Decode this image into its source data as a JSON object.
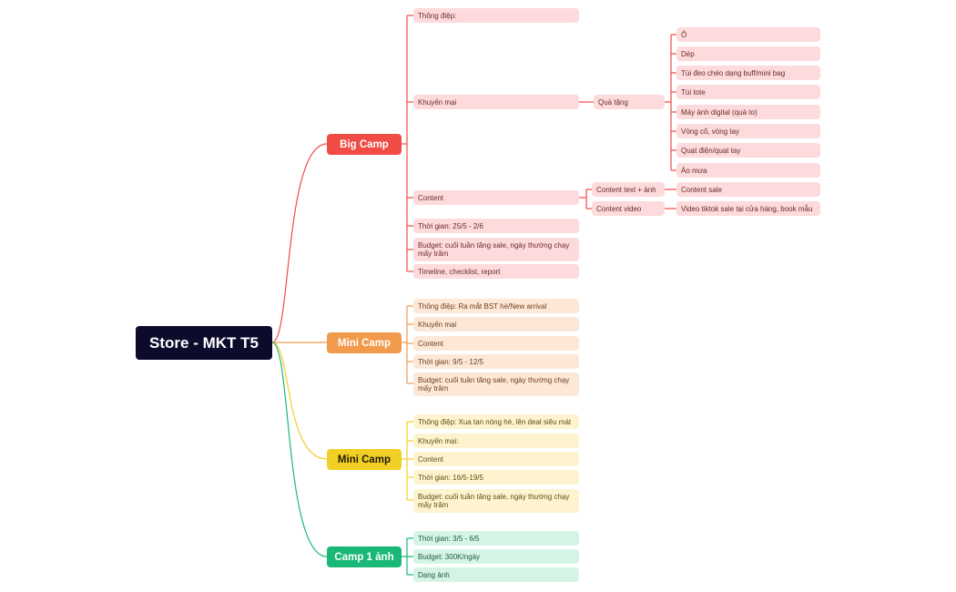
{
  "colors": {
    "red": "#f04b45",
    "orange": "#f19a4c",
    "yellow": "#f2cf24",
    "green": "#19b877"
  },
  "root": {
    "label": "Store - MKT T5"
  },
  "big_camp": {
    "label": "Big Camp",
    "thong_diep": "Thông điệp:",
    "khuyen_mai": "Khuyến mại",
    "qua_tang": "Quà tặng",
    "gifts": [
      "Ô",
      "Dép",
      "Túi đeo chéo dạng buff/mini bag",
      "Túi tote",
      "Máy ảnh digital (quà to)",
      "Vòng cổ, vòng tay",
      "Quạt điện/quạt tay",
      "Áo mưa"
    ],
    "content": "Content",
    "content_text": "Content text + ảnh",
    "content_sale": "Content sale",
    "content_video": "Content video",
    "video_detail": "Video tiktok sale tại cửa hàng, book mẫu",
    "thoi_gian": "Thời gian: 25/5 - 2/6",
    "budget": "Budget: cuối tuần tăng sale, ngày thường chạy mấy trăm",
    "timeline": "Timeline, checklist, report"
  },
  "mini_camp_1": {
    "label": "Mini Camp",
    "thong_diep": "Thông điệp: Ra mắt BST hè/New arrival",
    "khuyen_mai": "Khuyến mại",
    "content": "Content",
    "thoi_gian": "Thời gian: 9/5 - 12/5",
    "budget": "Budget: cuối tuần tăng sale, ngày thường chạy mấy trăm"
  },
  "mini_camp_2": {
    "label": "Mini Camp",
    "thong_diep": "Thông điệp: Xua tan nóng hè, lên deal siêu mát",
    "khuyen_mai": "Khuyến mại:",
    "content": "Content",
    "thoi_gian": "Thời gian: 16/5-19/5",
    "budget": "Budget: cuối tuần tăng sale, ngày thường chạy mấy trăm"
  },
  "camp_1_anh": {
    "label": "Camp 1 ảnh",
    "thoi_gian": "Thời gian: 3/5 - 6/5",
    "budget": "Budget: 300K/ngày",
    "dang_anh": "Dạng ảnh"
  }
}
